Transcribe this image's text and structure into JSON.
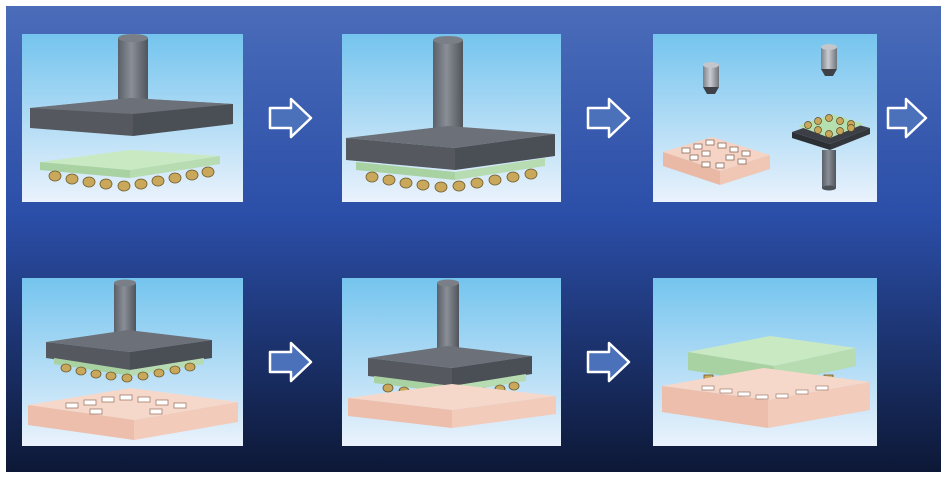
{
  "figure": {
    "rows": 2,
    "panels": [
      {
        "row": 1,
        "col": 1,
        "content": "tool-above-chip"
      },
      {
        "row": 1,
        "col": 2,
        "content": "tool-holding-chip"
      },
      {
        "row": 1,
        "col": 3,
        "content": "dispense-and-flip"
      },
      {
        "row": 2,
        "col": 1,
        "content": "chip-above-substrate"
      },
      {
        "row": 2,
        "col": 2,
        "content": "bonding-press"
      },
      {
        "row": 2,
        "col": 3,
        "content": "bonded-assembly"
      }
    ],
    "arrows": [
      "right-arrow",
      "right-arrow",
      "right-arrow",
      "right-arrow",
      "right-arrow"
    ]
  },
  "colors": {
    "background_top": "#4769b8",
    "background_mid": "#2a4da7",
    "background_bottom": "#0e1a3b",
    "panel_sky_top": "#78c7ef",
    "panel_sky_bottom": "#e6f0fb",
    "tool_gray": "#6a6f77",
    "chip_green": "#c6e7c0",
    "substrate_pink": "#f6d6c8",
    "bump_gold": "#c8a65a",
    "arrow_fill": "#4a6fb8",
    "arrow_stroke": "#ffffff"
  }
}
